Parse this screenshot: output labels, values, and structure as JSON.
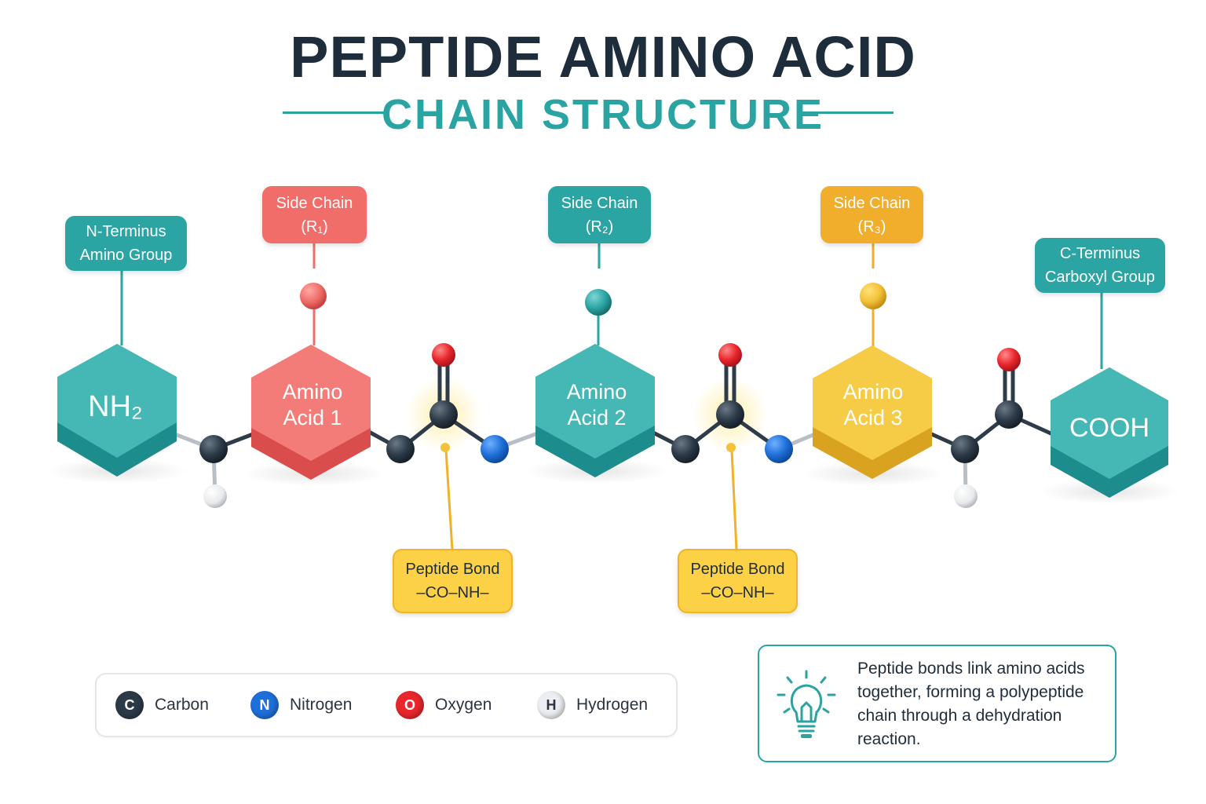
{
  "title": "PEPTIDE AMINO ACID",
  "subtitle": "CHAIN STRUCTURE",
  "colors": {
    "teal": "#2ba5a4",
    "red": "#f16d6a",
    "yellow": "#f3c541",
    "carbon": "#2c3a48",
    "nitrogen": "#1e6fd9",
    "oxygen": "#e8262c",
    "hydrogen": "#e9eaec"
  },
  "labels": {
    "n_terminus": {
      "line1": "N-Terminus",
      "line2": "Amino Group"
    },
    "side_chain_1": {
      "line1": "Side Chain",
      "line2": "(R₁)"
    },
    "side_chain_2": {
      "line1": "Side Chain",
      "line2": "(R₂)"
    },
    "side_chain_3": {
      "line1": "Side Chain",
      "line2": "(R₃)"
    },
    "c_terminus": {
      "line1": "C-Terminus",
      "line2": "Carboxyl Group"
    },
    "peptide_bond_1": {
      "line1": "Peptide Bond",
      "line2": "–CO–NH–"
    },
    "peptide_bond_2": {
      "line1": "Peptide Bond",
      "line2": "–CO–NH–"
    }
  },
  "nodes": {
    "nh2": "NH₂",
    "amino_acid_1": {
      "line1": "Amino",
      "line2": "Acid 1"
    },
    "amino_acid_2": {
      "line1": "Amino",
      "line2": "Acid 2"
    },
    "amino_acid_3": {
      "line1": "Amino",
      "line2": "Acid 3"
    },
    "cooh": "COOH"
  },
  "legend": [
    {
      "symbol": "C",
      "name": "Carbon",
      "icon": "carbon-atom-icon"
    },
    {
      "symbol": "N",
      "name": "Nitrogen",
      "icon": "nitrogen-atom-icon"
    },
    {
      "symbol": "O",
      "name": "Oxygen",
      "icon": "oxygen-atom-icon"
    },
    {
      "symbol": "H",
      "name": "Hydrogen",
      "icon": "hydrogen-atom-icon"
    }
  ],
  "note": {
    "icon": "lightbulb-icon",
    "text": "Peptide bonds link amino acids together, forming a polypeptide chain through a dehydration reaction."
  }
}
